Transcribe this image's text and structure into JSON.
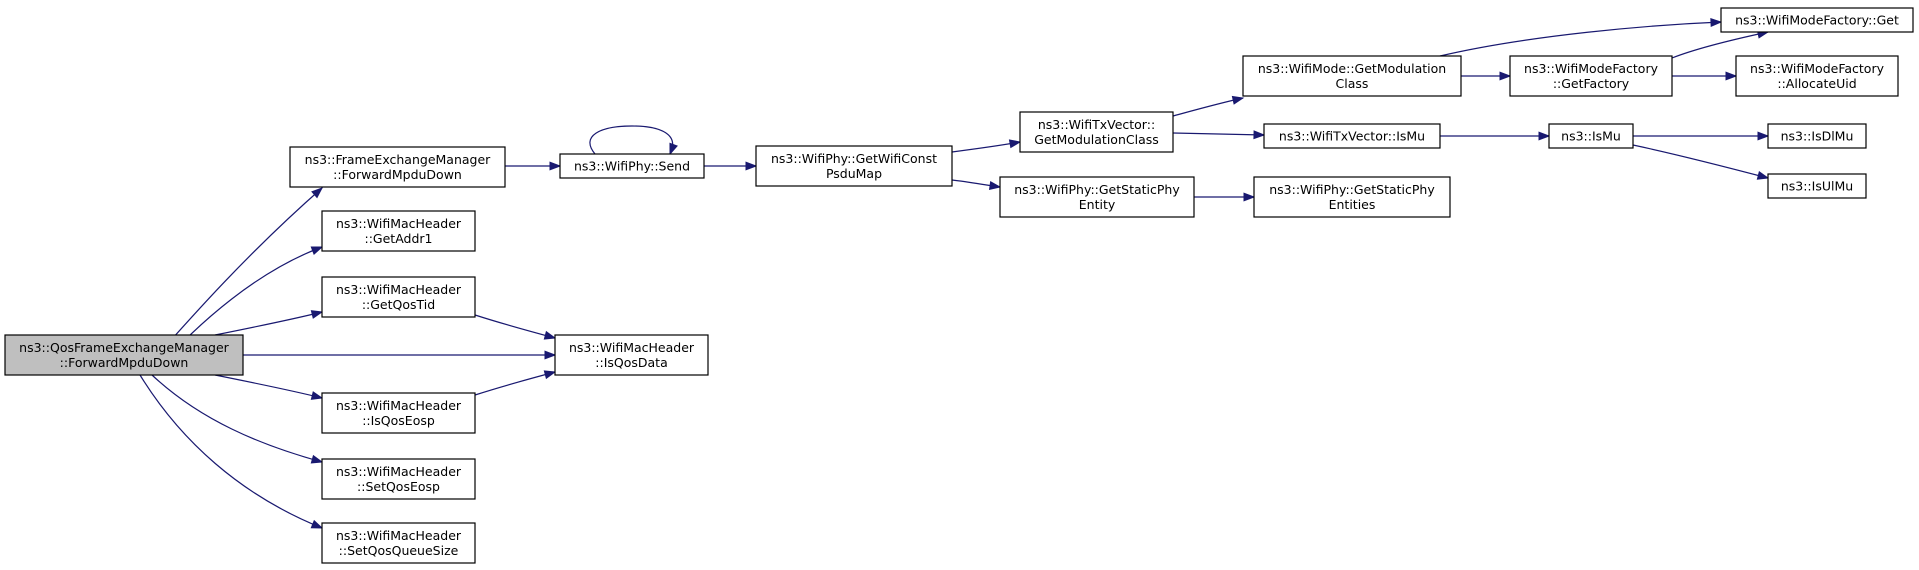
{
  "graph": {
    "colors": {
      "edge": "#191970",
      "node_fill": "#ffffff",
      "root_fill": "#bfbfbf",
      "border": "#000000"
    },
    "nodes": {
      "root": {
        "lines": [
          "ns3::QosFrameExchangeManager",
          "::ForwardMpduDown"
        ]
      },
      "fem_forward": {
        "lines": [
          "ns3::FrameExchangeManager",
          "::ForwardMpduDown"
        ]
      },
      "get_addr1": {
        "lines": [
          "ns3::WifiMacHeader",
          "::GetAddr1"
        ]
      },
      "get_qos_tid": {
        "lines": [
          "ns3::WifiMacHeader",
          "::GetQosTid"
        ]
      },
      "is_qos_data": {
        "lines": [
          "ns3::WifiMacHeader",
          "::IsQosData"
        ]
      },
      "is_qos_eosp": {
        "lines": [
          "ns3::WifiMacHeader",
          "::IsQosEosp"
        ]
      },
      "set_qos_eosp": {
        "lines": [
          "ns3::WifiMacHeader",
          "::SetQosEosp"
        ]
      },
      "set_qos_queue_size": {
        "lines": [
          "ns3::WifiMacHeader",
          "::SetQosQueueSize"
        ]
      },
      "phy_send": {
        "lines": [
          "ns3::WifiPhy::Send"
        ]
      },
      "get_wifi_const_psdu": {
        "lines": [
          "ns3::WifiPhy::GetWifiConst",
          "PsduMap"
        ]
      },
      "txv_get_mod_class": {
        "lines": [
          "ns3::WifiTxVector::",
          "GetModulationClass"
        ]
      },
      "get_static_phy_entity": {
        "lines": [
          "ns3::WifiPhy::GetStaticPhy",
          "Entity"
        ]
      },
      "mode_get_mod_class": {
        "lines": [
          "ns3::WifiMode::GetModulation",
          "Class"
        ]
      },
      "txv_is_mu": {
        "lines": [
          "ns3::WifiTxVector::IsMu"
        ]
      },
      "get_static_phy_entities": {
        "lines": [
          "ns3::WifiPhy::GetStaticPhy",
          "Entities"
        ]
      },
      "mode_factory_get": {
        "lines": [
          "ns3::WifiModeFactory::Get"
        ]
      },
      "mode_factory_get_factory": {
        "lines": [
          "ns3::WifiModeFactory",
          "::GetFactory"
        ]
      },
      "mode_factory_allocate_uid": {
        "lines": [
          "ns3::WifiModeFactory",
          "::AllocateUid"
        ]
      },
      "is_mu": {
        "lines": [
          "ns3::IsMu"
        ]
      },
      "is_dl_mu": {
        "lines": [
          "ns3::IsDlMu"
        ]
      },
      "is_ul_mu": {
        "lines": [
          "ns3::IsUlMu"
        ]
      }
    },
    "edges": [
      [
        "root",
        "fem_forward"
      ],
      [
        "root",
        "get_addr1"
      ],
      [
        "root",
        "get_qos_tid"
      ],
      [
        "root",
        "is_qos_data"
      ],
      [
        "root",
        "is_qos_eosp"
      ],
      [
        "root",
        "set_qos_eosp"
      ],
      [
        "root",
        "set_qos_queue_size"
      ],
      [
        "fem_forward",
        "phy_send"
      ],
      [
        "get_qos_tid",
        "is_qos_data"
      ],
      [
        "is_qos_eosp",
        "is_qos_data"
      ],
      [
        "phy_send",
        "phy_send"
      ],
      [
        "phy_send",
        "get_wifi_const_psdu"
      ],
      [
        "get_wifi_const_psdu",
        "txv_get_mod_class"
      ],
      [
        "get_wifi_const_psdu",
        "get_static_phy_entity"
      ],
      [
        "txv_get_mod_class",
        "mode_get_mod_class"
      ],
      [
        "txv_get_mod_class",
        "txv_is_mu"
      ],
      [
        "get_static_phy_entity",
        "get_static_phy_entities"
      ],
      [
        "mode_get_mod_class",
        "mode_factory_get"
      ],
      [
        "mode_get_mod_class",
        "mode_factory_get_factory"
      ],
      [
        "mode_factory_get_factory",
        "mode_factory_get"
      ],
      [
        "mode_factory_get_factory",
        "mode_factory_allocate_uid"
      ],
      [
        "txv_is_mu",
        "is_mu"
      ],
      [
        "is_mu",
        "is_dl_mu"
      ],
      [
        "is_mu",
        "is_ul_mu"
      ]
    ]
  }
}
